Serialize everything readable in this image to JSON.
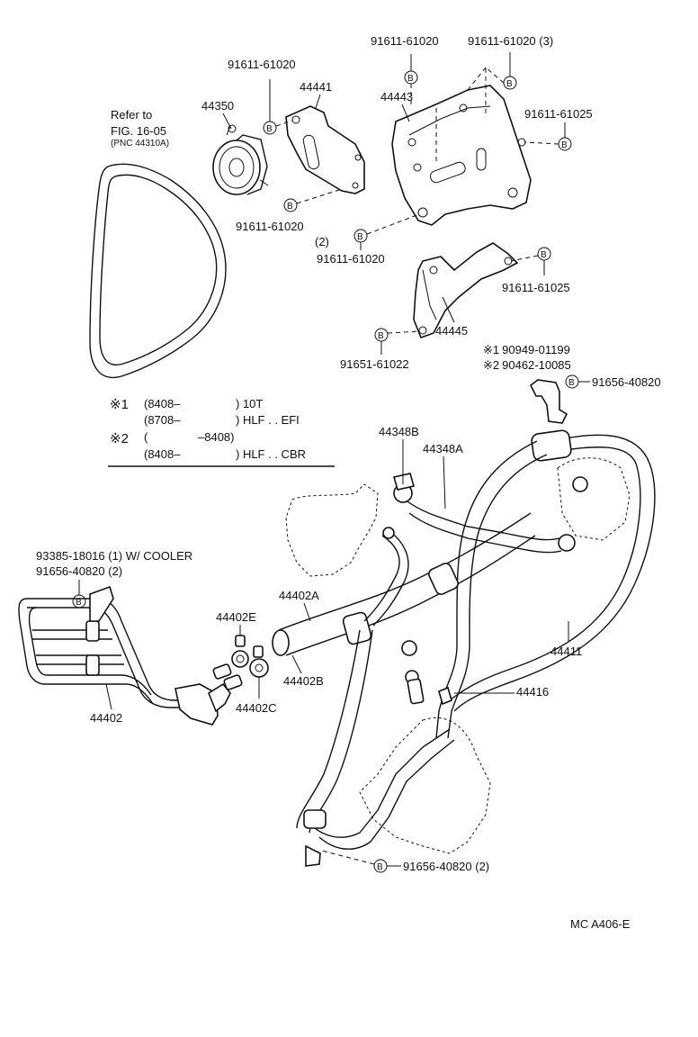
{
  "refer": {
    "line1": "Refer to",
    "line2": "FIG. 16-05",
    "line3": "(PNC 44310A)"
  },
  "bolt_marker": "B",
  "callouts": {
    "p44350": "44350",
    "p44441": "44441",
    "p44443": "44443",
    "p44445": "44445",
    "p44348B": "44348B",
    "p44348A": "44348A",
    "p44402A": "44402A",
    "p44402E": "44402E",
    "p44402B": "44402B",
    "p44402C": "44402C",
    "p44402": "44402",
    "p44411": "44411",
    "p44416": "44416",
    "b91611_61020_a": "91611-61020",
    "b91611_61020_b": "91611-61020",
    "b91611_61020_3": "91611-61020 (3)",
    "b91611_61025_a": "91611-61025",
    "b91611_61020_2": "91611-61020",
    "b91611_61020_2_qty": "(2)",
    "b91611_61020_c": "91611-61020",
    "b91611_61025_b": "91611-61025",
    "b91651_61022": "91651-61022",
    "b91656_40820": "91656-40820",
    "b93385_18016": "93385-18016 (1) W/ COOLER",
    "b91656_40820_2a": "91656-40820 (2)",
    "b91656_40820_2b": "91656-40820 (2)",
    "note1_part": "90949-01199",
    "note2_part": "90462-10085"
  },
  "notes": {
    "mark": "※",
    "n1_num": "1",
    "n1_code": "1",
    "n2_code": "2",
    "n1_row1_from": "(8408–",
    "n1_row1_to": ") 10T",
    "n1_row2_from": "(8708–",
    "n1_row2_to": ") HLF . . EFI",
    "n2_num": "2",
    "n2_row1_from": "(",
    "n2_row1_to": "–8408)",
    "n2_row2_from": "(8408–",
    "n2_row2_to": ") HLF . . CBR"
  },
  "footer": {
    "code": "MC  A406-E"
  }
}
